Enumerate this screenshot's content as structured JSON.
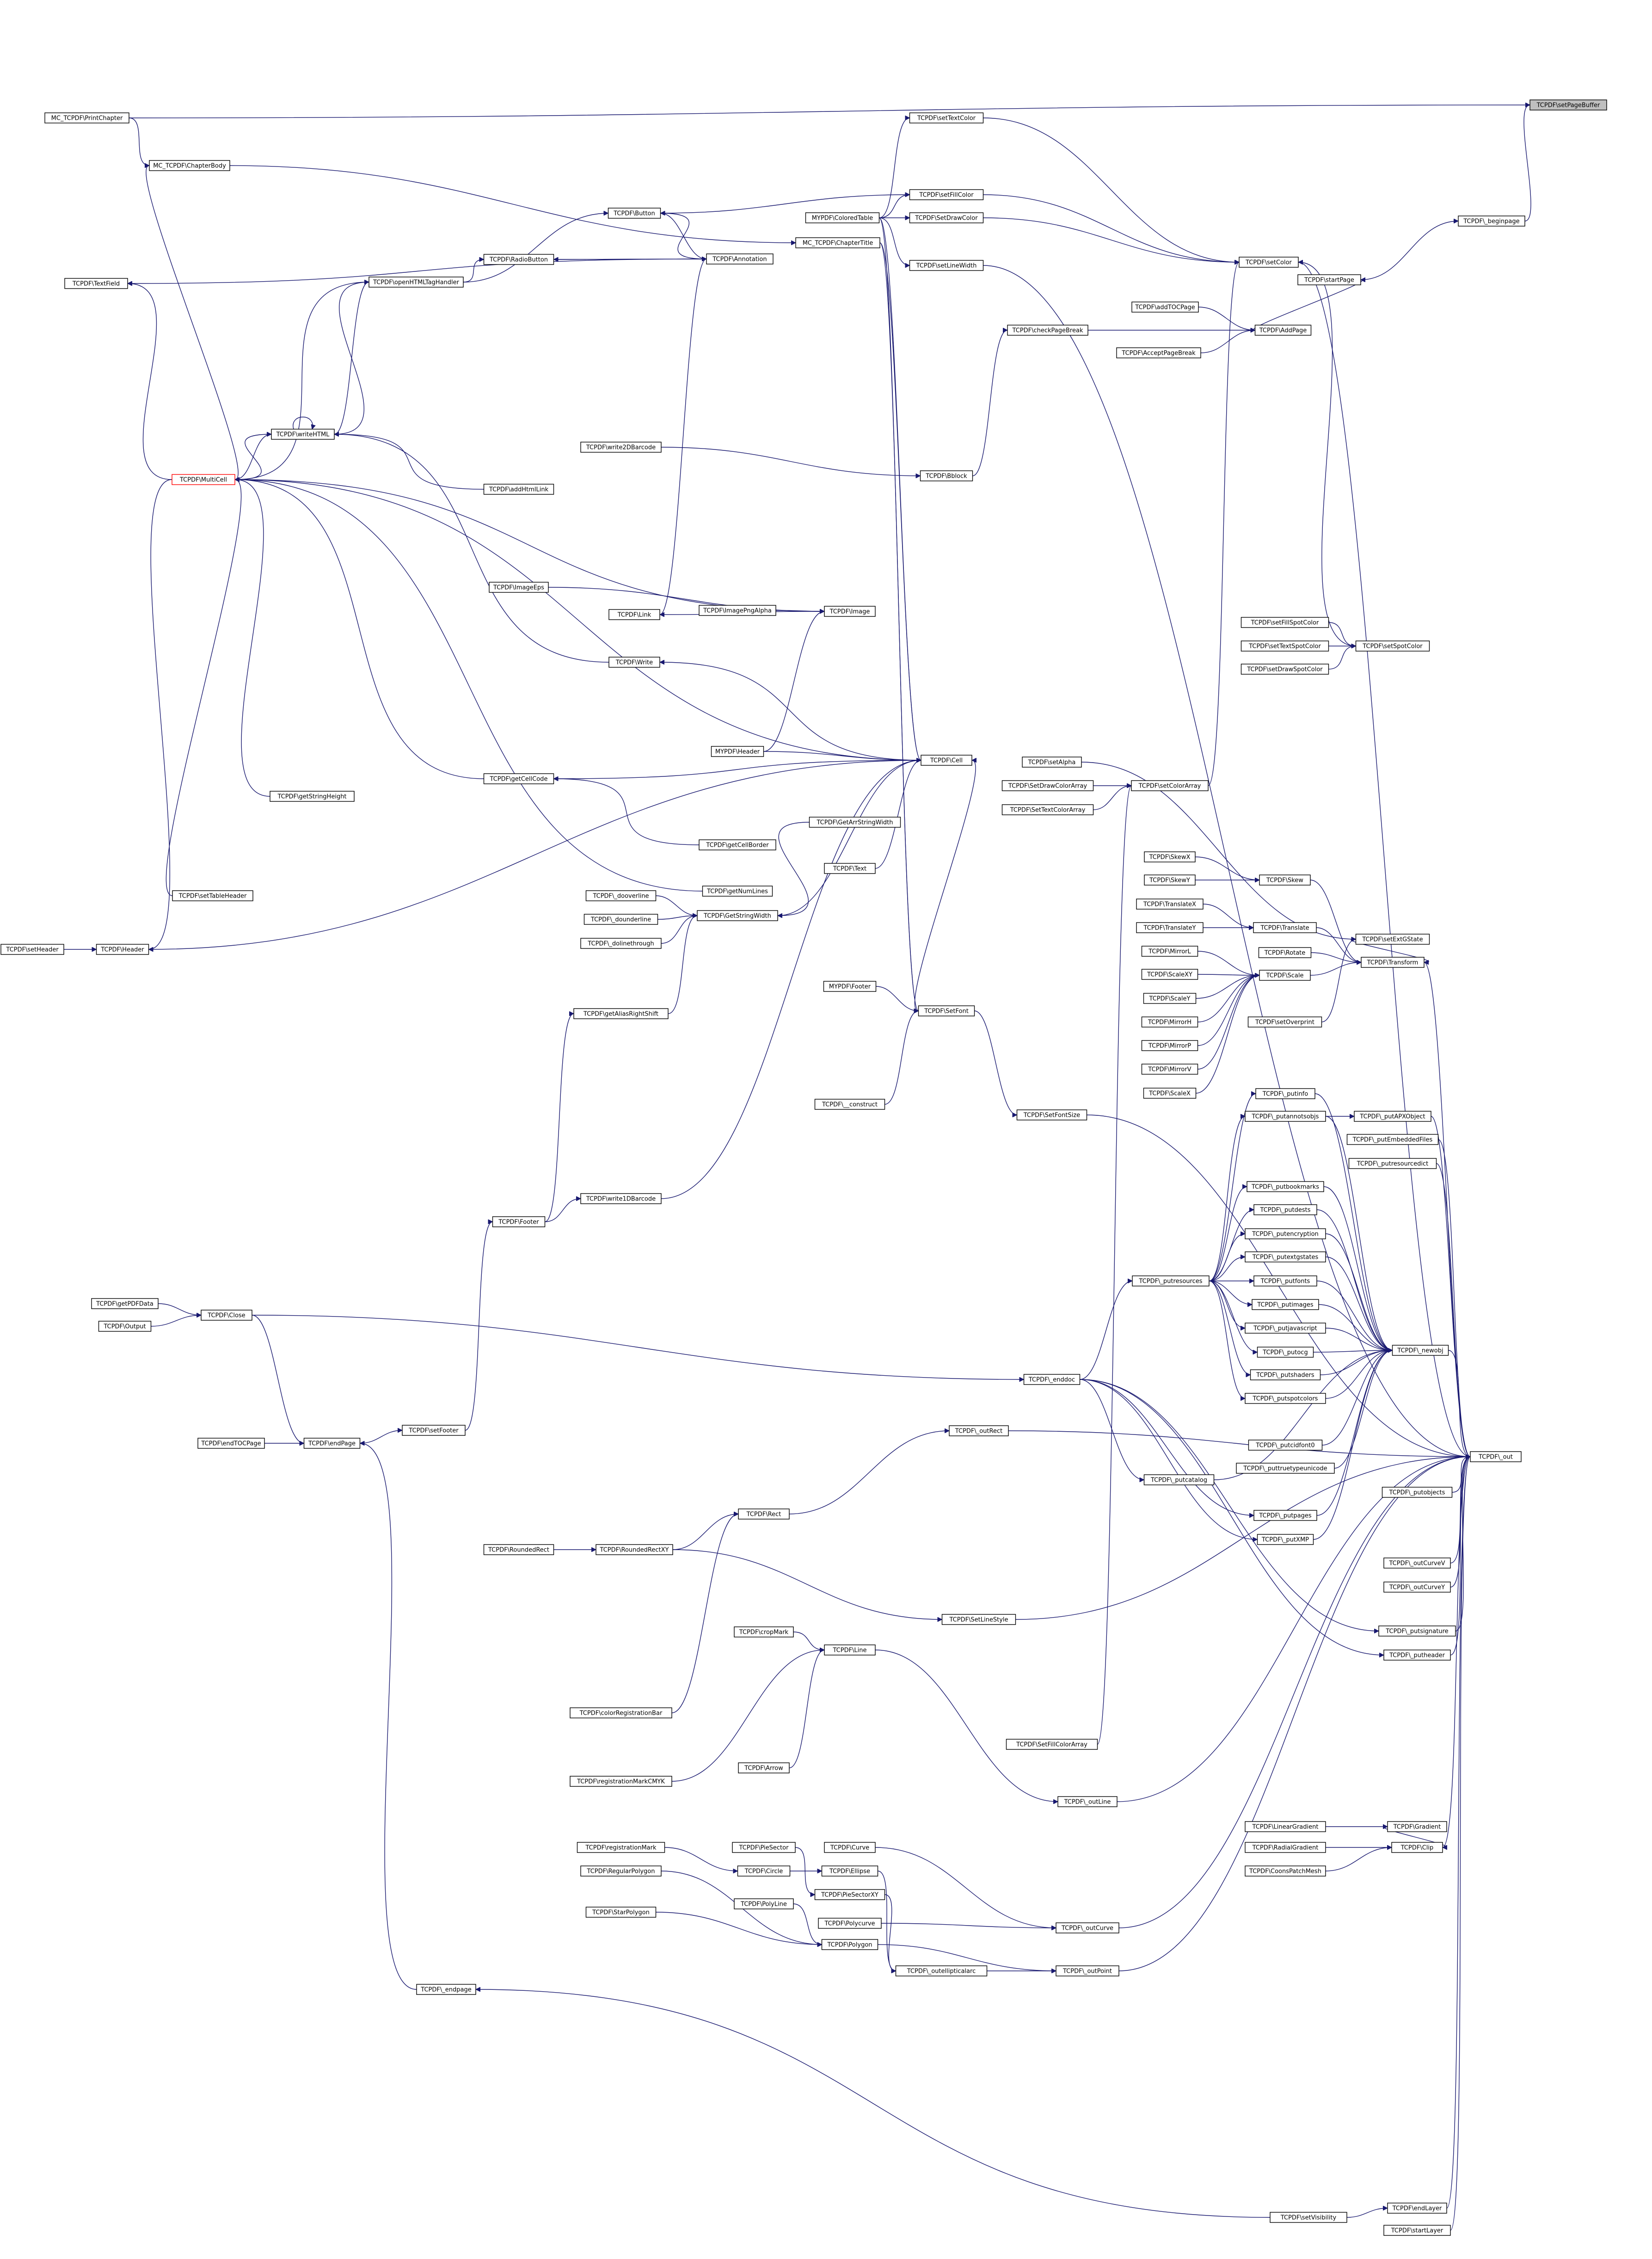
{
  "nodes": [
    {
      "id": "n0",
      "label": "TCPDF\\setPageBuffer",
      "root": true
    },
    {
      "id": "n1",
      "label": "MC_TCPDF\\PrintChapter"
    },
    {
      "id": "n2",
      "label": "MC_TCPDF\\ChapterBody"
    },
    {
      "id": "n3",
      "label": "TCPDF\\setTextColor"
    },
    {
      "id": "n4",
      "label": "TCPDF\\setFillColor"
    },
    {
      "id": "n5",
      "label": "TCPDF\\Button"
    },
    {
      "id": "n6",
      "label": "MYPDF\\ColoredTable"
    },
    {
      "id": "n7",
      "label": "TCPDF\\SetDrawColor"
    },
    {
      "id": "n8",
      "label": "MC_TCPDF\\ChapterTitle"
    },
    {
      "id": "n9",
      "label": "TCPDF\\_beginpage"
    },
    {
      "id": "n10",
      "label": "TCPDF\\Annotation"
    },
    {
      "id": "n11",
      "label": "TCPDF\\setLineWidth"
    },
    {
      "id": "n12",
      "label": "TCPDF\\RadioButton"
    },
    {
      "id": "n13",
      "label": "TCPDF\\setColor"
    },
    {
      "id": "n14",
      "label": "TCPDF\\TextField"
    },
    {
      "id": "n15",
      "label": "TCPDF\\openHTMLTagHandler"
    },
    {
      "id": "n16",
      "label": "TCPDF\\startPage"
    },
    {
      "id": "n17",
      "label": "TCPDF\\addTOCPage"
    },
    {
      "id": "n18",
      "label": "TCPDF\\checkPageBreak"
    },
    {
      "id": "n19",
      "label": "TCPDF\\AddPage"
    },
    {
      "id": "n20",
      "label": "TCPDF\\AcceptPageBreak"
    },
    {
      "id": "n21",
      "label": "TCPDF\\writeHTML"
    },
    {
      "id": "n22",
      "label": "TCPDF\\MultiCell"
    },
    {
      "id": "n23",
      "label": "TCPDF\\write2DBarcode"
    },
    {
      "id": "n24",
      "label": "TCPDF\\addHtmlLink"
    },
    {
      "id": "n25",
      "label": "TCPDF\\Bblock"
    },
    {
      "id": "n26",
      "label": "TCPDF\\ImageEps"
    },
    {
      "id": "n27",
      "label": "TCPDF\\ImagePngAlpha"
    },
    {
      "id": "n28",
      "label": "TCPDF\\Image"
    },
    {
      "id": "n29",
      "label": "TCPDF\\Link"
    },
    {
      "id": "n30",
      "label": "TCPDF\\setFillSpotColor"
    },
    {
      "id": "n31",
      "label": "TCPDF\\setTextSpotColor"
    },
    {
      "id": "n32",
      "label": "TCPDF\\setSpotColor"
    },
    {
      "id": "n33",
      "label": "TCPDF\\setDrawSpotColor"
    },
    {
      "id": "n34",
      "label": "TCPDF\\Write"
    },
    {
      "id": "n35",
      "label": "MYPDF\\Header"
    },
    {
      "id": "n36",
      "label": "TCPDF\\Cell"
    },
    {
      "id": "n37",
      "label": "TCPDF\\setAlpha"
    },
    {
      "id": "n38",
      "label": "TCPDF\\getCellCode"
    },
    {
      "id": "n39",
      "label": "TCPDF\\SetDrawColorArray"
    },
    {
      "id": "n40",
      "label": "TCPDF\\setColorArray"
    },
    {
      "id": "n41",
      "label": "TCPDF\\getStringHeight"
    },
    {
      "id": "n42",
      "label": "TCPDF\\SetTextColorArray"
    },
    {
      "id": "n43",
      "label": "TCPDF\\GetArrStringWidth"
    },
    {
      "id": "n44",
      "label": "TCPDF\\getCellBorder"
    },
    {
      "id": "n45",
      "label": "TCPDF\\Text"
    },
    {
      "id": "n46",
      "label": "TCPDF\\SkewX"
    },
    {
      "id": "n47",
      "label": "TCPDF\\SkewY"
    },
    {
      "id": "n48",
      "label": "TCPDF\\Skew"
    },
    {
      "id": "n49",
      "label": "TCPDF\\setTableHeader"
    },
    {
      "id": "n50",
      "label": "TCPDF\\getNumLines"
    },
    {
      "id": "n51",
      "label": "TCPDF\\_dooverline"
    },
    {
      "id": "n52",
      "label": "TCPDF\\TranslateX"
    },
    {
      "id": "n53",
      "label": "TCPDF\\TranslateY"
    },
    {
      "id": "n54",
      "label": "TCPDF\\Translate"
    },
    {
      "id": "n55",
      "label": "TCPDF\\_dounderline"
    },
    {
      "id": "n56",
      "label": "TCPDF\\GetStringWidth"
    },
    {
      "id": "n57",
      "label": "TCPDF\\setExtGState"
    },
    {
      "id": "n58",
      "label": "TCPDF\\setHeader"
    },
    {
      "id": "n59",
      "label": "TCPDF\\Header"
    },
    {
      "id": "n60",
      "label": "TCPDF\\_dolinethrough"
    },
    {
      "id": "n61",
      "label": "TCPDF\\MirrorL"
    },
    {
      "id": "n62",
      "label": "TCPDF\\Rotate"
    },
    {
      "id": "n63",
      "label": "TCPDF\\Transform"
    },
    {
      "id": "n64",
      "label": "TCPDF\\ScaleXY"
    },
    {
      "id": "n65",
      "label": "TCPDF\\Scale"
    },
    {
      "id": "n66",
      "label": "TCPDF\\ScaleY"
    },
    {
      "id": "n67",
      "label": "MYPDF\\Footer"
    },
    {
      "id": "n68",
      "label": "TCPDF\\getAliasRightShift"
    },
    {
      "id": "n69",
      "label": "TCPDF\\SetFont"
    },
    {
      "id": "n70",
      "label": "TCPDF\\MirrorH"
    },
    {
      "id": "n71",
      "label": "TCPDF\\setOverprint"
    },
    {
      "id": "n72",
      "label": "TCPDF\\MirrorP"
    },
    {
      "id": "n73",
      "label": "TCPDF\\MirrorV"
    },
    {
      "id": "n74",
      "label": "TCPDF\\ScaleX"
    },
    {
      "id": "n75",
      "label": "TCPDF\\__construct"
    },
    {
      "id": "n76",
      "label": "TCPDF\\_putinfo"
    },
    {
      "id": "n77",
      "label": "TCPDF\\_putannotsobjs"
    },
    {
      "id": "n78",
      "label": "TCPDF\\_putAPXObject"
    },
    {
      "id": "n79",
      "label": "TCPDF\\SetFontSize"
    },
    {
      "id": "n80",
      "label": "TCPDF\\_putEmbeddedFiles"
    },
    {
      "id": "n81",
      "label": "TCPDF\\_putresourcedict"
    },
    {
      "id": "n82",
      "label": "TCPDF\\_putbookmarks"
    },
    {
      "id": "n83",
      "label": "TCPDF\\write1DBarcode"
    },
    {
      "id": "n84",
      "label": "TCPDF\\_putdests"
    },
    {
      "id": "n85",
      "label": "TCPDF\\Footer"
    },
    {
      "id": "n86",
      "label": "TCPDF\\_putencryption"
    },
    {
      "id": "n87",
      "label": "TCPDF\\_putextgstates"
    },
    {
      "id": "n88",
      "label": "TCPDF\\_putresources"
    },
    {
      "id": "n89",
      "label": "TCPDF\\_putfonts"
    },
    {
      "id": "n90",
      "label": "TCPDF\\getPDFData"
    },
    {
      "id": "n91",
      "label": "TCPDF\\_putimages"
    },
    {
      "id": "n92",
      "label": "TCPDF\\Close"
    },
    {
      "id": "n93",
      "label": "TCPDF\\Output"
    },
    {
      "id": "n94",
      "label": "TCPDF\\_putjavascript"
    },
    {
      "id": "n95",
      "label": "TCPDF\\_putocg"
    },
    {
      "id": "n96",
      "label": "TCPDF\\_newobj"
    },
    {
      "id": "n97",
      "label": "TCPDF\\_enddoc"
    },
    {
      "id": "n98",
      "label": "TCPDF\\_putshaders"
    },
    {
      "id": "n99",
      "label": "TCPDF\\_putspotcolors"
    },
    {
      "id": "n100",
      "label": "TCPDF\\_outRect"
    },
    {
      "id": "n101",
      "label": "TCPDF\\endTOCPage"
    },
    {
      "id": "n102",
      "label": "TCPDF\\endPage"
    },
    {
      "id": "n103",
      "label": "TCPDF\\setFooter"
    },
    {
      "id": "n104",
      "label": "TCPDF\\_putcidfont0"
    },
    {
      "id": "n105",
      "label": "TCPDF\\_putcatalog"
    },
    {
      "id": "n106",
      "label": "TCPDF\\_puttruetypeunicode"
    },
    {
      "id": "n107",
      "label": "TCPDF\\_out"
    },
    {
      "id": "n108",
      "label": "TCPDF\\_putobjects"
    },
    {
      "id": "n109",
      "label": "TCPDF\\Rect"
    },
    {
      "id": "n110",
      "label": "TCPDF\\_putpages"
    },
    {
      "id": "n111",
      "label": "TCPDF\\RoundedRect"
    },
    {
      "id": "n112",
      "label": "TCPDF\\RoundedRectXY"
    },
    {
      "id": "n113",
      "label": "TCPDF\\_putXMP"
    },
    {
      "id": "n114",
      "label": "TCPDF\\_outCurveV"
    },
    {
      "id": "n115",
      "label": "TCPDF\\_outCurveY"
    },
    {
      "id": "n116",
      "label": "TCPDF\\SetLineStyle"
    },
    {
      "id": "n117",
      "label": "TCPDF\\_putsignature"
    },
    {
      "id": "n118",
      "label": "TCPDF\\cropMark"
    },
    {
      "id": "n119",
      "label": "TCPDF\\_putheader"
    },
    {
      "id": "n120",
      "label": "TCPDF\\Line"
    },
    {
      "id": "n121",
      "label": "TCPDF\\colorRegistrationBar"
    },
    {
      "id": "n122",
      "label": "TCPDF\\Arrow"
    },
    {
      "id": "n123",
      "label": "TCPDF\\SetFillColorArray"
    },
    {
      "id": "n124",
      "label": "TCPDF\\registrationMarkCMYK"
    },
    {
      "id": "n125",
      "label": "TCPDF\\_outLine"
    },
    {
      "id": "n126",
      "label": "TCPDF\\LinearGradient"
    },
    {
      "id": "n127",
      "label": "TCPDF\\Gradient"
    },
    {
      "id": "n128",
      "label": "TCPDF\\registrationMark"
    },
    {
      "id": "n129",
      "label": "TCPDF\\PieSector"
    },
    {
      "id": "n130",
      "label": "TCPDF\\Curve"
    },
    {
      "id": "n131",
      "label": "TCPDF\\RadialGradient"
    },
    {
      "id": "n132",
      "label": "TCPDF\\Clip"
    },
    {
      "id": "n133",
      "label": "TCPDF\\RegularPolygon"
    },
    {
      "id": "n134",
      "label": "TCPDF\\Circle"
    },
    {
      "id": "n135",
      "label": "TCPDF\\Ellipse"
    },
    {
      "id": "n136",
      "label": "TCPDF\\CoonsPatchMesh"
    },
    {
      "id": "n137",
      "label": "TCPDF\\PieSectorXY"
    },
    {
      "id": "n138",
      "label": "TCPDF\\PolyLine"
    },
    {
      "id": "n139",
      "label": "TCPDF\\StarPolygon"
    },
    {
      "id": "n140",
      "label": "TCPDF\\Polycurve"
    },
    {
      "id": "n141",
      "label": "TCPDF\\_outCurve"
    },
    {
      "id": "n142",
      "label": "TCPDF\\Polygon"
    },
    {
      "id": "n143",
      "label": "TCPDF\\_outellipticalarc"
    },
    {
      "id": "n144",
      "label": "TCPDF\\_outPoint"
    },
    {
      "id": "n145",
      "label": "TCPDF\\_endpage"
    },
    {
      "id": "n146",
      "label": "TCPDF\\endLayer"
    },
    {
      "id": "n147",
      "label": "TCPDF\\setVisibility"
    },
    {
      "id": "n148",
      "label": "TCPDF\\startLayer"
    }
  ],
  "edges": [
    [
      "n1",
      "n0"
    ],
    [
      "n1",
      "n2"
    ],
    [
      "n2",
      "n22"
    ],
    [
      "n2",
      "n8"
    ],
    [
      "n3",
      "n13"
    ],
    [
      "n4",
      "n13"
    ],
    [
      "n5",
      "n10"
    ],
    [
      "n5",
      "n4"
    ],
    [
      "n6",
      "n3"
    ],
    [
      "n6",
      "n4"
    ],
    [
      "n6",
      "n7"
    ],
    [
      "n6",
      "n11"
    ],
    [
      "n6",
      "n36"
    ],
    [
      "n6",
      "n69"
    ],
    [
      "n7",
      "n13"
    ],
    [
      "n8",
      "n36"
    ],
    [
      "n8",
      "n69"
    ],
    [
      "n9",
      "n0"
    ],
    [
      "n10",
      "n14"
    ],
    [
      "n10",
      "n5"
    ],
    [
      "n10",
      "n12"
    ],
    [
      "n11",
      "n107"
    ],
    [
      "n12",
      "n10"
    ],
    [
      "n13",
      "n107"
    ],
    [
      "n15",
      "n21"
    ],
    [
      "n15",
      "n5"
    ],
    [
      "n15",
      "n12"
    ],
    [
      "n15",
      "n22"
    ],
    [
      "n16",
      "n9"
    ],
    [
      "n17",
      "n19"
    ],
    [
      "n18",
      "n19"
    ],
    [
      "n19",
      "n16"
    ],
    [
      "n20",
      "n19"
    ],
    [
      "n21",
      "n22"
    ],
    [
      "n21",
      "n21"
    ],
    [
      "n21",
      "n15"
    ],
    [
      "n22",
      "n21"
    ],
    [
      "n22",
      "n59"
    ],
    [
      "n22",
      "n14"
    ],
    [
      "n23",
      "n25"
    ],
    [
      "n24",
      "n21"
    ],
    [
      "n25",
      "n18"
    ],
    [
      "n26",
      "n28"
    ],
    [
      "n27",
      "n28"
    ],
    [
      "n28",
      "n29"
    ],
    [
      "n28",
      "n22"
    ],
    [
      "n29",
      "n10"
    ],
    [
      "n30",
      "n32"
    ],
    [
      "n31",
      "n32"
    ],
    [
      "n32",
      "n13"
    ],
    [
      "n33",
      "n32"
    ],
    [
      "n34",
      "n21"
    ],
    [
      "n35",
      "n36"
    ],
    [
      "n35",
      "n28"
    ],
    [
      "n36",
      "n34"
    ],
    [
      "n36",
      "n22"
    ],
    [
      "n36",
      "n38"
    ],
    [
      "n37",
      "n57"
    ],
    [
      "n38",
      "n22"
    ],
    [
      "n39",
      "n40"
    ],
    [
      "n40",
      "n13"
    ],
    [
      "n41",
      "n22"
    ],
    [
      "n42",
      "n40"
    ],
    [
      "n43",
      "n56"
    ],
    [
      "n44",
      "n38"
    ],
    [
      "n45",
      "n36"
    ],
    [
      "n46",
      "n48"
    ],
    [
      "n47",
      "n48"
    ],
    [
      "n48",
      "n63"
    ],
    [
      "n49",
      "n22"
    ],
    [
      "n50",
      "n22"
    ],
    [
      "n51",
      "n56"
    ],
    [
      "n52",
      "n54"
    ],
    [
      "n53",
      "n54"
    ],
    [
      "n54",
      "n63"
    ],
    [
      "n55",
      "n56"
    ],
    [
      "n56",
      "n36"
    ],
    [
      "n57",
      "n63"
    ],
    [
      "n58",
      "n59"
    ],
    [
      "n59",
      "n36"
    ],
    [
      "n60",
      "n56"
    ],
    [
      "n61",
      "n65"
    ],
    [
      "n62",
      "n63"
    ],
    [
      "n63",
      "n107"
    ],
    [
      "n64",
      "n65"
    ],
    [
      "n65",
      "n63"
    ],
    [
      "n66",
      "n65"
    ],
    [
      "n67",
      "n69"
    ],
    [
      "n68",
      "n56"
    ],
    [
      "n69",
      "n36"
    ],
    [
      "n69",
      "n79"
    ],
    [
      "n70",
      "n65"
    ],
    [
      "n71",
      "n57"
    ],
    [
      "n72",
      "n65"
    ],
    [
      "n73",
      "n65"
    ],
    [
      "n74",
      "n65"
    ],
    [
      "n75",
      "n69"
    ],
    [
      "n76",
      "n96"
    ],
    [
      "n77",
      "n78"
    ],
    [
      "n77",
      "n96"
    ],
    [
      "n78",
      "n107"
    ],
    [
      "n79",
      "n107"
    ],
    [
      "n80",
      "n107"
    ],
    [
      "n81",
      "n107"
    ],
    [
      "n82",
      "n96"
    ],
    [
      "n83",
      "n36"
    ],
    [
      "n84",
      "n96"
    ],
    [
      "n85",
      "n83"
    ],
    [
      "n85",
      "n68"
    ],
    [
      "n86",
      "n96"
    ],
    [
      "n87",
      "n96"
    ],
    [
      "n88",
      "n77"
    ],
    [
      "n88",
      "n76"
    ],
    [
      "n88",
      "n82"
    ],
    [
      "n88",
      "n84"
    ],
    [
      "n88",
      "n86"
    ],
    [
      "n88",
      "n87"
    ],
    [
      "n88",
      "n89"
    ],
    [
      "n88",
      "n91"
    ],
    [
      "n88",
      "n94"
    ],
    [
      "n88",
      "n95"
    ],
    [
      "n88",
      "n98"
    ],
    [
      "n88",
      "n99"
    ],
    [
      "n89",
      "n96"
    ],
    [
      "n90",
      "n92"
    ],
    [
      "n91",
      "n96"
    ],
    [
      "n92",
      "n97"
    ],
    [
      "n92",
      "n102"
    ],
    [
      "n93",
      "n92"
    ],
    [
      "n94",
      "n96"
    ],
    [
      "n95",
      "n96"
    ],
    [
      "n96",
      "n107"
    ],
    [
      "n97",
      "n88"
    ],
    [
      "n97",
      "n105"
    ],
    [
      "n97",
      "n110"
    ],
    [
      "n97",
      "n113"
    ],
    [
      "n97",
      "n117"
    ],
    [
      "n97",
      "n119"
    ],
    [
      "n98",
      "n96"
    ],
    [
      "n99",
      "n96"
    ],
    [
      "n100",
      "n107"
    ],
    [
      "n101",
      "n102"
    ],
    [
      "n102",
      "n103"
    ],
    [
      "n103",
      "n85"
    ],
    [
      "n104",
      "n96"
    ],
    [
      "n105",
      "n96"
    ],
    [
      "n106",
      "n96"
    ],
    [
      "n108",
      "n107"
    ],
    [
      "n109",
      "n100"
    ],
    [
      "n110",
      "n96"
    ],
    [
      "n111",
      "n112"
    ],
    [
      "n112",
      "n109"
    ],
    [
      "n112",
      "n116"
    ],
    [
      "n113",
      "n96"
    ],
    [
      "n114",
      "n107"
    ],
    [
      "n115",
      "n107"
    ],
    [
      "n116",
      "n107"
    ],
    [
      "n117",
      "n107"
    ],
    [
      "n118",
      "n120"
    ],
    [
      "n119",
      "n107"
    ],
    [
      "n120",
      "n125"
    ],
    [
      "n121",
      "n109"
    ],
    [
      "n122",
      "n120"
    ],
    [
      "n123",
      "n40"
    ],
    [
      "n124",
      "n120"
    ],
    [
      "n125",
      "n107"
    ],
    [
      "n126",
      "n127"
    ],
    [
      "n127",
      "n132"
    ],
    [
      "n128",
      "n134"
    ],
    [
      "n129",
      "n137"
    ],
    [
      "n130",
      "n141"
    ],
    [
      "n131",
      "n132"
    ],
    [
      "n132",
      "n107"
    ],
    [
      "n133",
      "n142"
    ],
    [
      "n134",
      "n135"
    ],
    [
      "n135",
      "n143"
    ],
    [
      "n136",
      "n132"
    ],
    [
      "n137",
      "n143"
    ],
    [
      "n138",
      "n142"
    ],
    [
      "n139",
      "n142"
    ],
    [
      "n140",
      "n141"
    ],
    [
      "n141",
      "n107"
    ],
    [
      "n142",
      "n144"
    ],
    [
      "n143",
      "n144"
    ],
    [
      "n144",
      "n107"
    ],
    [
      "n145",
      "n102"
    ],
    [
      "n146",
      "n107"
    ],
    [
      "n147",
      "n145"
    ],
    [
      "n147",
      "n146"
    ],
    [
      "n148",
      "n107"
    ]
  ]
}
